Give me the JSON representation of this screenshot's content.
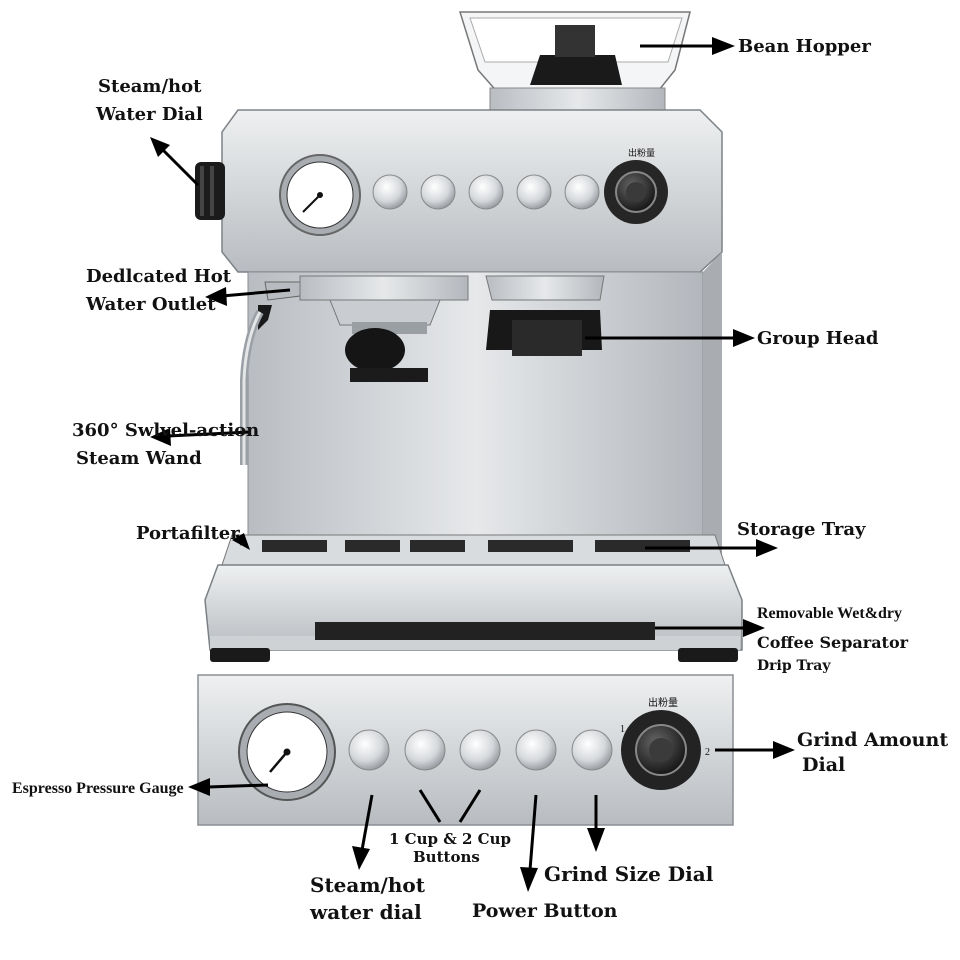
{
  "labels": {
    "bean_hopper": "Bean Hopper",
    "steam_hot_water_dial_top_1": "Steam/hot",
    "steam_hot_water_dial_top_2": "Water Dial",
    "hot_water_outlet_1": "Dedlcated Hot",
    "hot_water_outlet_2": "Water Outlet",
    "group_head": "Group Head",
    "steam_wand_1": "360° Swlvel-action",
    "steam_wand_2": "Steam Wand",
    "portafilter": "Portafilter",
    "storage_tray": "Storage Tray",
    "drip_tray_1": "Removable Wet&dry",
    "drip_tray_2": "Coffee Separator",
    "drip_tray_3": "Drip Tray",
    "grind_amount_1": "Grind Amount",
    "grind_amount_2": "Dial",
    "pressure_gauge": "Espresso Pressure Gauge",
    "cup_buttons_1": "1 Cup & 2 Cup",
    "cup_buttons_2": "Buttons",
    "steam_dial_bottom_1": "Steam/hot",
    "steam_dial_bottom_2": "water dial",
    "grind_size_dial": "Grind Size Dial",
    "power_button": "Power Button"
  },
  "panel_text": {
    "dial_title": "出粉量",
    "dial_mark_1": "1",
    "dial_mark_2": "2"
  },
  "colors": {
    "steel_light": "#e4e6e8",
    "steel_mid": "#c3c7cb",
    "steel_dark": "#8e9399",
    "black": "#111111"
  }
}
